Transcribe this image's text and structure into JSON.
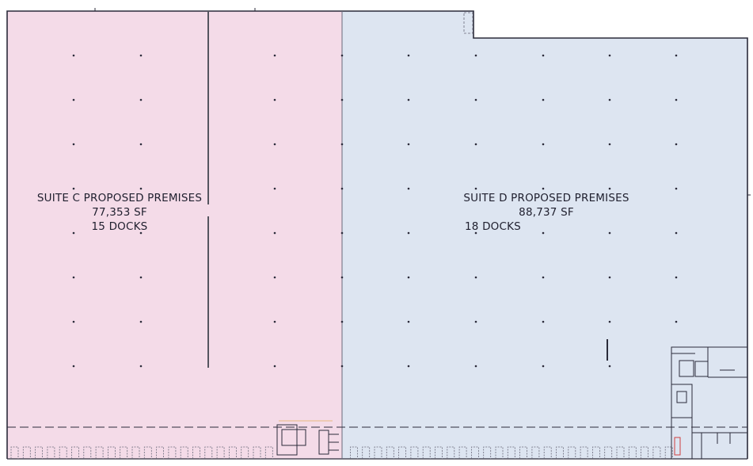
{
  "plan": {
    "suites": [
      {
        "id": "suite-c",
        "title": "SUITE C PROPOSED PREMISES",
        "area": "77,353 SF",
        "docks": "15 DOCKS",
        "color": "#f4dbe8"
      },
      {
        "id": "suite-d",
        "title": "SUITE D PROPOSED PREMISES",
        "area": "88,737 SF",
        "docks": "18 DOCKS",
        "color": "#dde5f1"
      }
    ],
    "line_color": "#2b2b3a"
  }
}
